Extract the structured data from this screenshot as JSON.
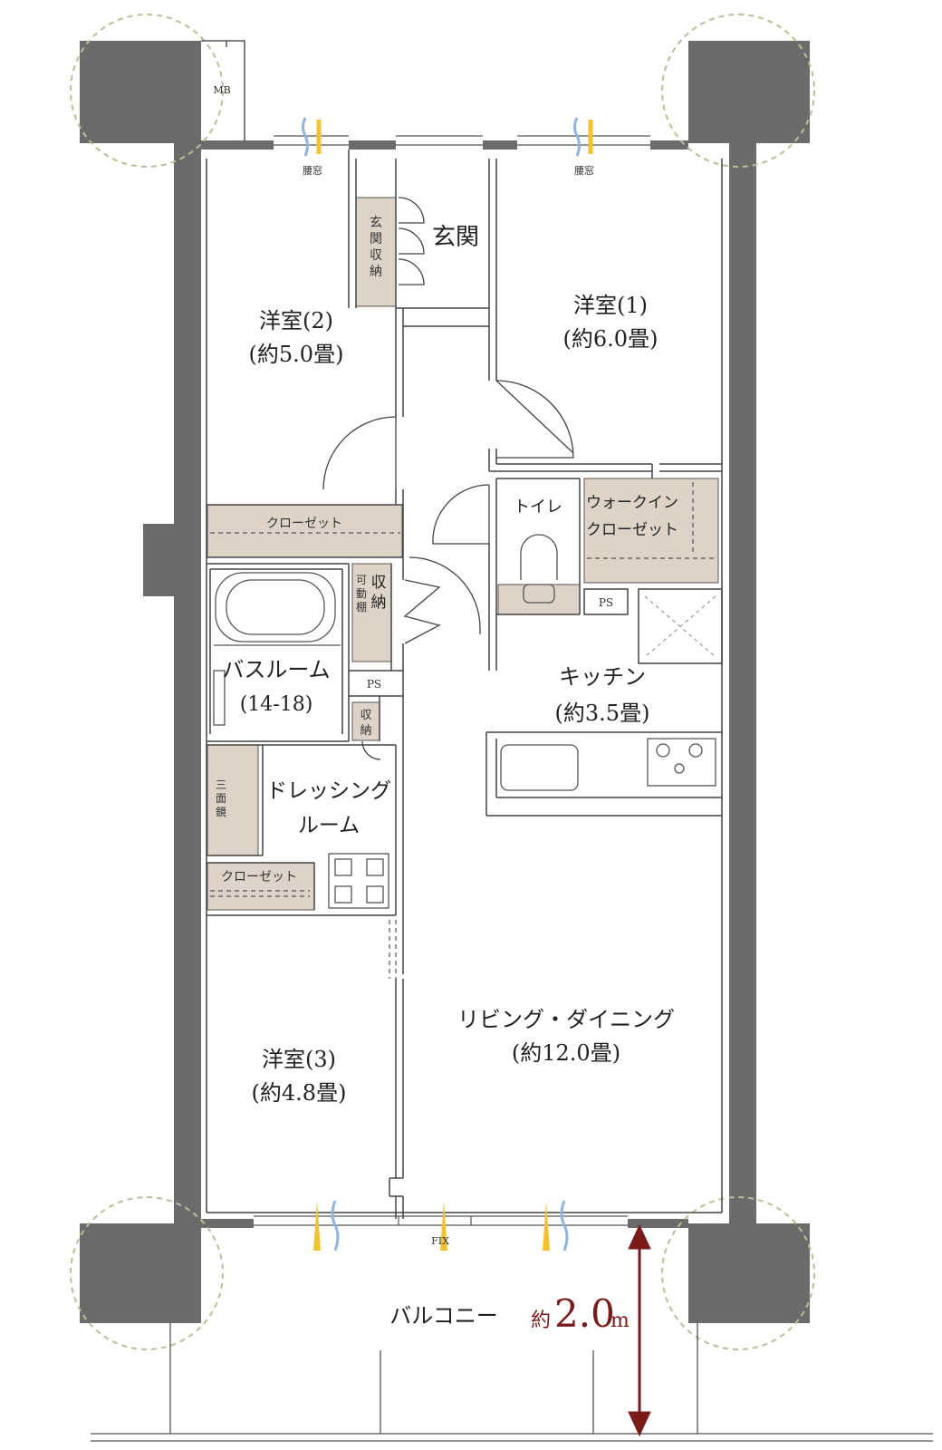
{
  "rooms": {
    "western_room_1": {
      "name": "洋室(1)",
      "size": "(約6.0畳)"
    },
    "western_room_2": {
      "name": "洋室(2)",
      "size": "(約5.0畳)"
    },
    "western_room_3": {
      "name": "洋室(3)",
      "size": "(約4.8畳)"
    },
    "entrance": "玄関",
    "entrance_storage": [
      "玄",
      "関",
      "収",
      "納"
    ],
    "toilet": "トイレ",
    "walk_in_closet": [
      "ウォークイン",
      "クローゼット"
    ],
    "kitchen": {
      "name": "キッチン",
      "size": "(約3.5畳)"
    },
    "bathroom": {
      "name": "バスルーム",
      "size": "(14-18)"
    },
    "dressing_room": [
      "ドレッシング",
      "ルーム"
    ],
    "living_dining": {
      "name": "リビング・ダイニング",
      "size": "(約12.0畳)"
    },
    "balcony": "バルコニー"
  },
  "labels": {
    "closet_1": "クローゼット",
    "closet_2": "クローゼット",
    "storage_a": [
      "収",
      "納"
    ],
    "storage_b": [
      "収",
      "納"
    ],
    "movable_shelf": [
      "可",
      "動",
      "棚"
    ],
    "ps_1": "PS",
    "ps_2": "PS",
    "mb": "MB",
    "waist_window_1": "腰窓",
    "waist_window_2": "腰窓",
    "three_mirror": [
      "三",
      "面",
      "鏡"
    ],
    "fix": "FIX"
  },
  "dimension": {
    "prefix": "約",
    "value": "2.0",
    "unit": "m"
  },
  "colors": {
    "wall": "#6b6b6b",
    "storage": "#ddd3c6",
    "dimension": "#7a1a1a",
    "column_circle": "#b9bf9a",
    "airflow_yellow": "#f2c230",
    "airflow_blue": "#8fb6dd"
  }
}
